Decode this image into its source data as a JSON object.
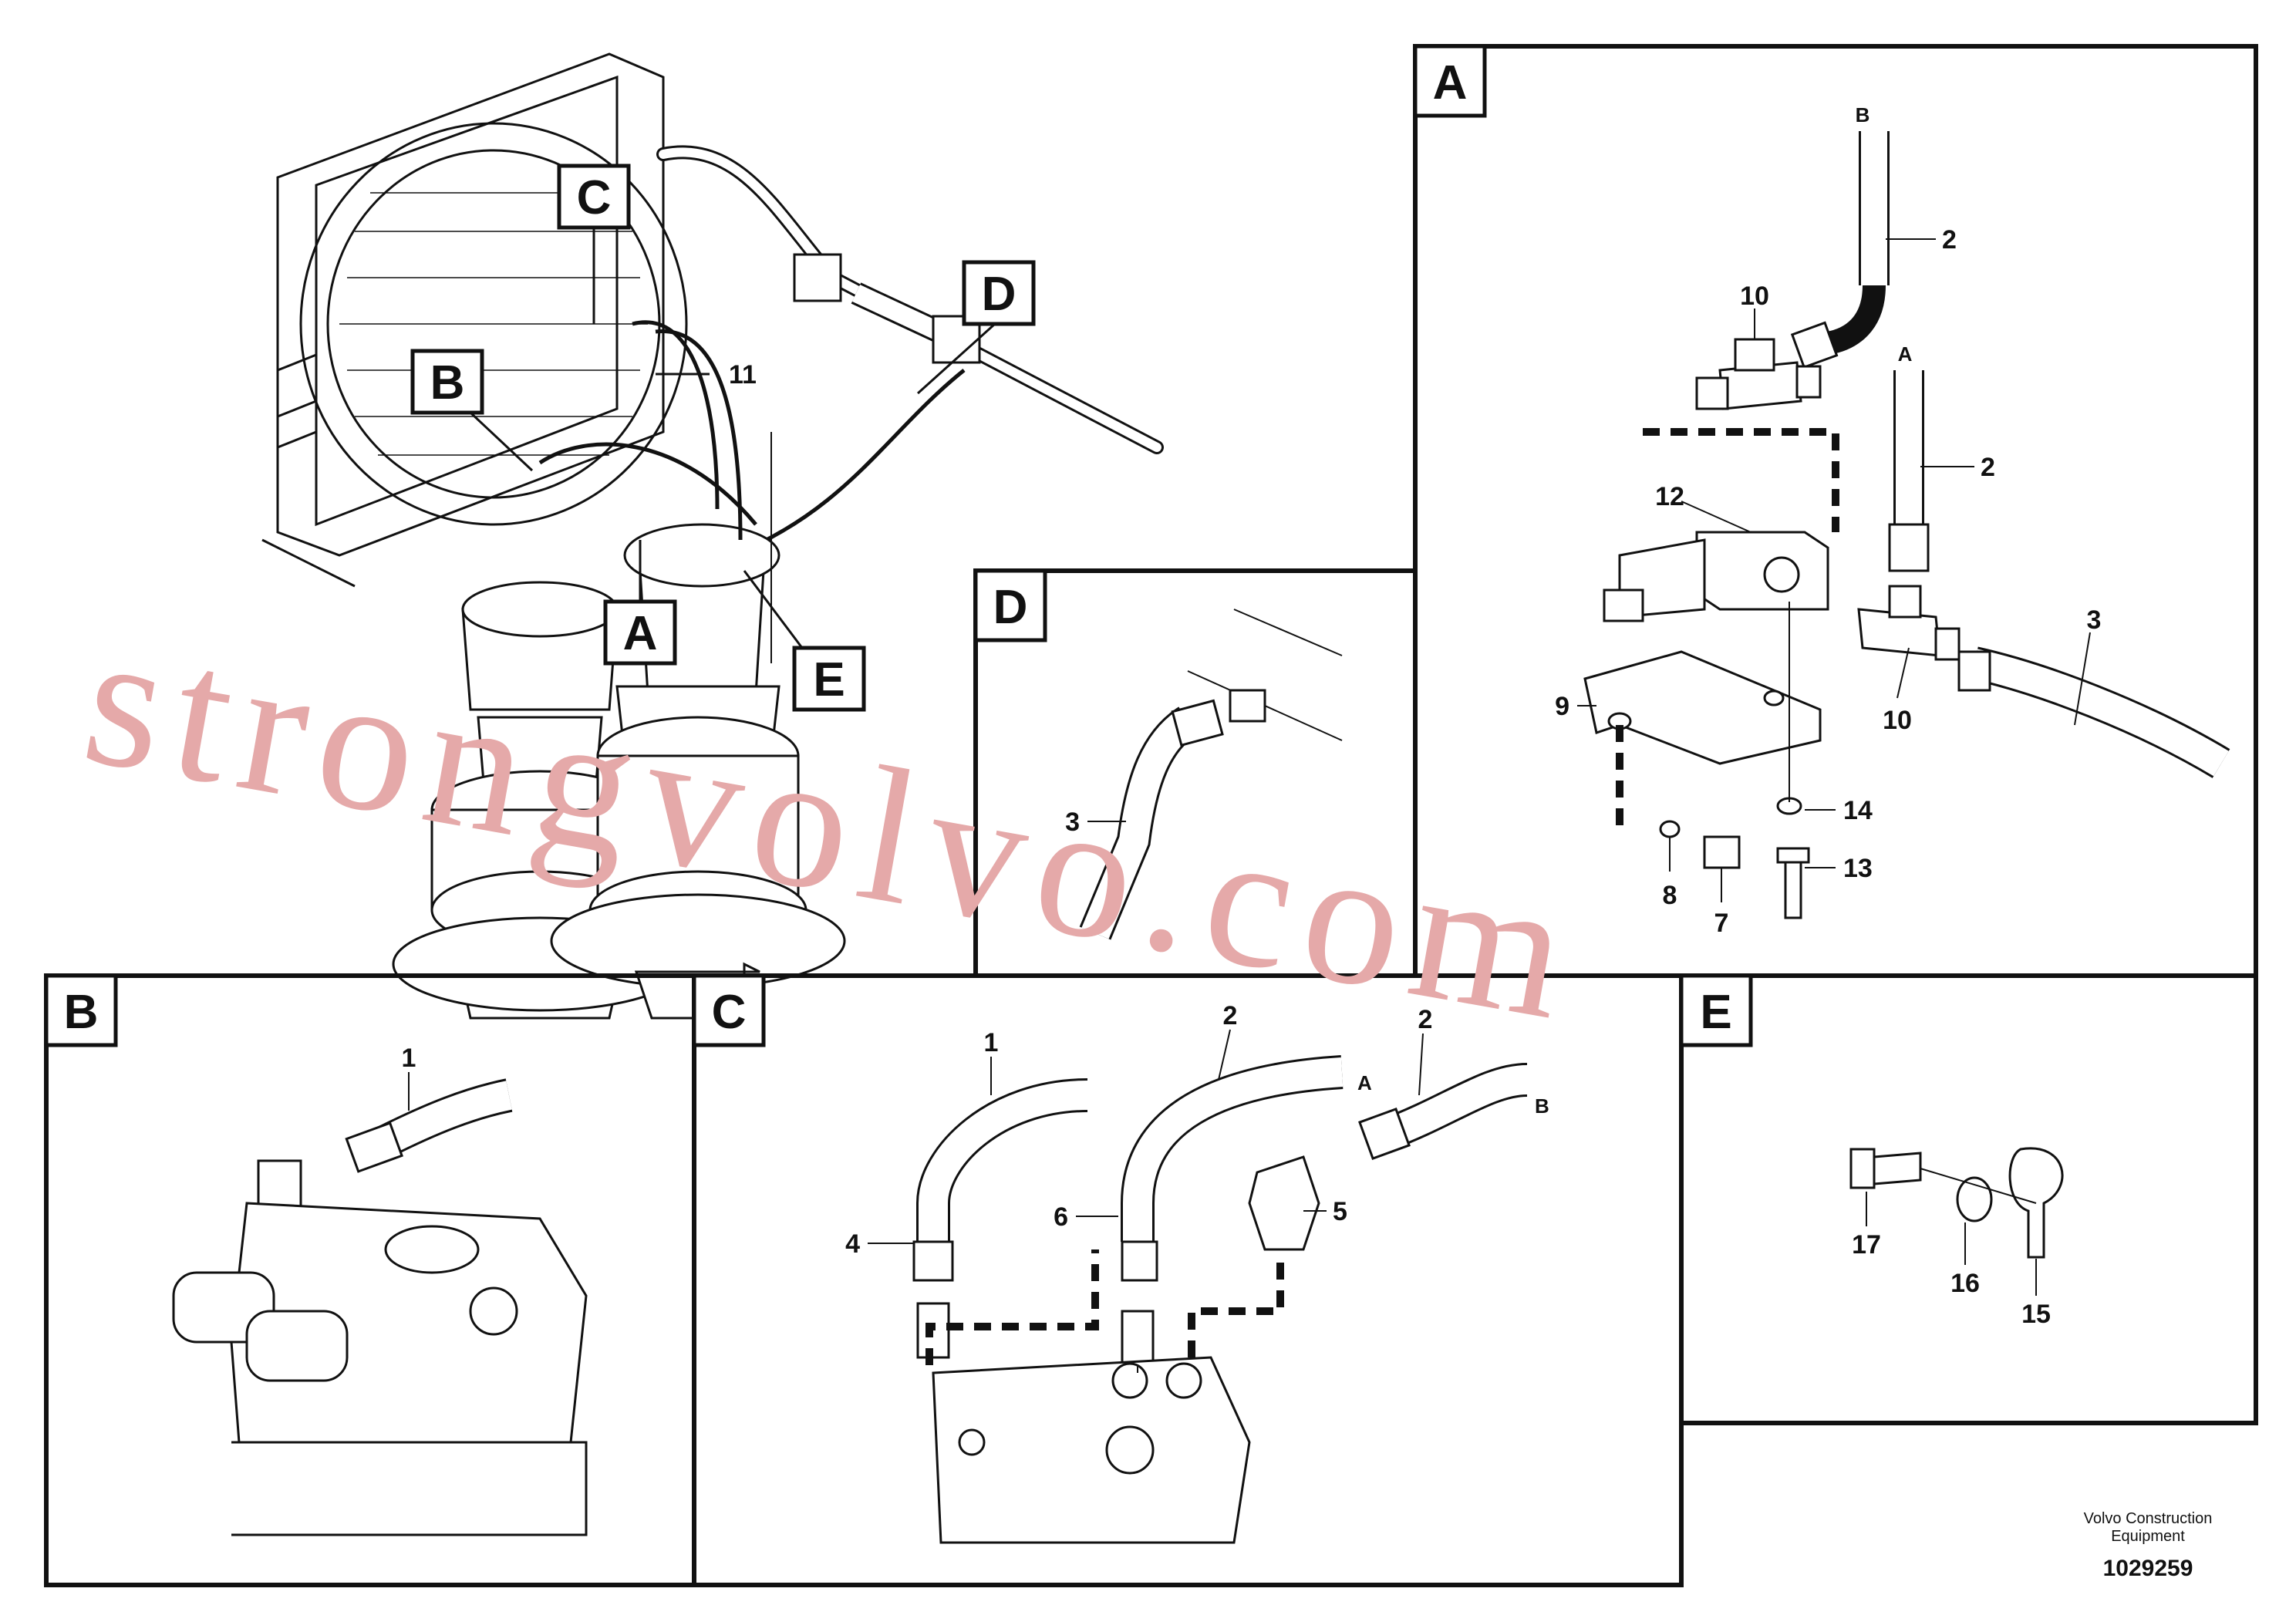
{
  "view_tags": {
    "A": "A",
    "B": "B",
    "C": "C",
    "D": "D",
    "E": "E"
  },
  "main_tags": {
    "A": "A",
    "B": "B",
    "C": "C",
    "D": "D",
    "E": "E"
  },
  "callouts": {
    "main_11": "11",
    "a_2_top": "2",
    "a_10_top": "10",
    "a_2_mid": "2",
    "a_12": "12",
    "a_3": "3",
    "a_10_bot": "10",
    "a_9": "9",
    "a_14": "14",
    "a_13": "13",
    "a_8": "8",
    "a_7": "7",
    "d_3": "3",
    "b_1": "1",
    "c_1": "1",
    "c_2a": "2",
    "c_2b": "2",
    "c_4": "4",
    "c_6": "6",
    "c_5": "5",
    "e_17": "17",
    "e_16": "16",
    "e_15": "15"
  },
  "hose_end_labels": {
    "a_top": "B",
    "a_mid": "A",
    "c_a": "A",
    "c_b": "B"
  },
  "watermark": "strongvolvo.com",
  "footer": {
    "company_line1": "Volvo Construction",
    "company_line2": "Equipment",
    "drawing_number": "1029259"
  },
  "colors": {
    "line": "#111111",
    "watermark": "#e5a9a9",
    "background": "#ffffff"
  }
}
